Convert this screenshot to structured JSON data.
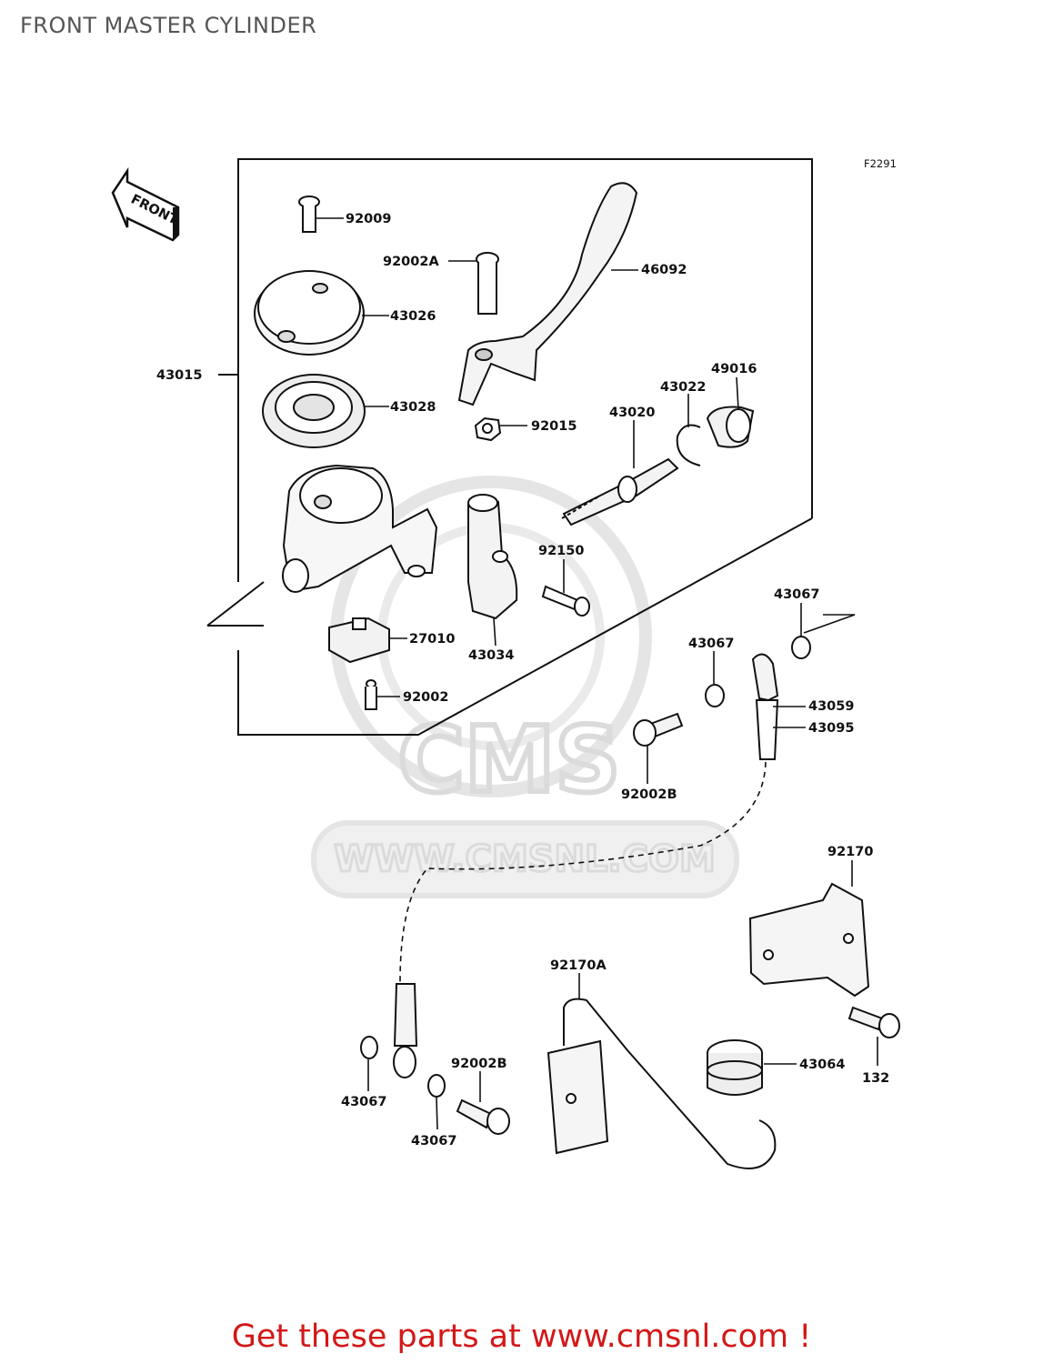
{
  "title": "FRONT MASTER CYLINDER",
  "diagram_code": "F2291",
  "direction_label": "FRONT",
  "watermark": {
    "brand": "CMS",
    "url": "WWW.CMSNL.COM"
  },
  "labels": {
    "p92009": "92009",
    "p92002A": "92002A",
    "p46092": "46092",
    "p43026": "43026",
    "p43015": "43015",
    "p43028": "43028",
    "p92015": "92015",
    "p49016": "49016",
    "p43022": "43022",
    "p43020": "43020",
    "p92150": "92150",
    "p27010": "27010",
    "p43034": "43034",
    "p92002": "92002",
    "p43067_a": "43067",
    "p43067_b": "43067",
    "p43059": "43059",
    "p43095": "43095",
    "p92002B_a": "92002B",
    "p92170": "92170",
    "p92170A": "92170A",
    "p92002B_b": "92002B",
    "p43064": "43064",
    "p132": "132",
    "p43067_c": "43067",
    "p43067_d": "43067"
  },
  "footer": "Get these parts at www.cmsnl.com !"
}
